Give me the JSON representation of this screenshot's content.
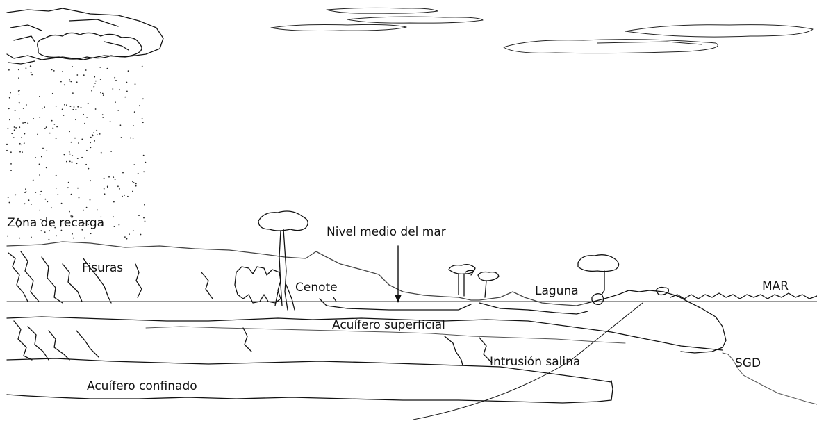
{
  "labels": {
    "zona_recarga": "Zona de recarga",
    "nivel_medio": "Nivel medio del mar",
    "fisuras": "Fisuras",
    "cenote": "Cenote",
    "laguna": "Laguna",
    "mar": "MAR",
    "acuifero_superficial": "Acuífero superficial",
    "sgd": "SGD",
    "intrusion_salina": "Intrusión salina",
    "acuifero_confinado": "Acuífero confinado"
  },
  "colors": {
    "line": "#111111",
    "thin_line": "#555555",
    "background": "#ffffff"
  }
}
